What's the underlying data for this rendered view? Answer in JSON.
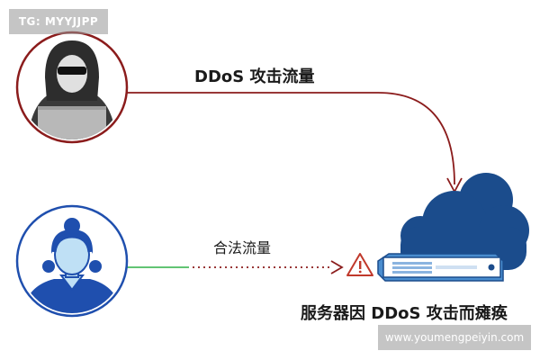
{
  "watermark": {
    "top": "TG: MYYJJPP",
    "bottom": "www.youmengpeiyin.com"
  },
  "labels": {
    "attack_traffic": "DDoS 攻击流量",
    "legit_traffic": "合法流量",
    "server_status": "服务器因 DDoS 攻击而瘫痪"
  },
  "colors": {
    "attack_line": "#8b1c1c",
    "legit_line": "#4cbb60",
    "cloud": "#1b4c8c",
    "user_blue": "#1f4fae",
    "warning": "#c0392b"
  },
  "nodes": {
    "attacker": "hooded-hacker-avatar",
    "user": "legitimate-user-avatar",
    "server": "overloaded-server-with-cloud"
  }
}
